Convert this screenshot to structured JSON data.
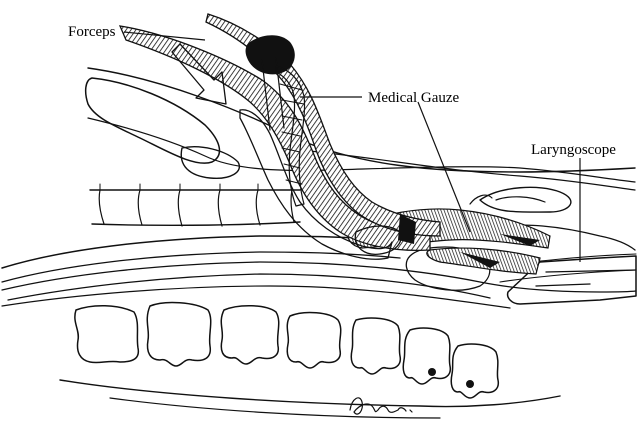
{
  "labels": {
    "forceps": "Forceps",
    "medical_gauze": "Medical Gauze",
    "laryngoscope": "Laryngoscope"
  },
  "colors": {
    "ink": "#111111",
    "paper": "#ffffff",
    "stipple": "#2a2a2a"
  },
  "icons": {
    "flow_arrow": "hollow-arrow-icon",
    "signature": "artist-signature"
  }
}
